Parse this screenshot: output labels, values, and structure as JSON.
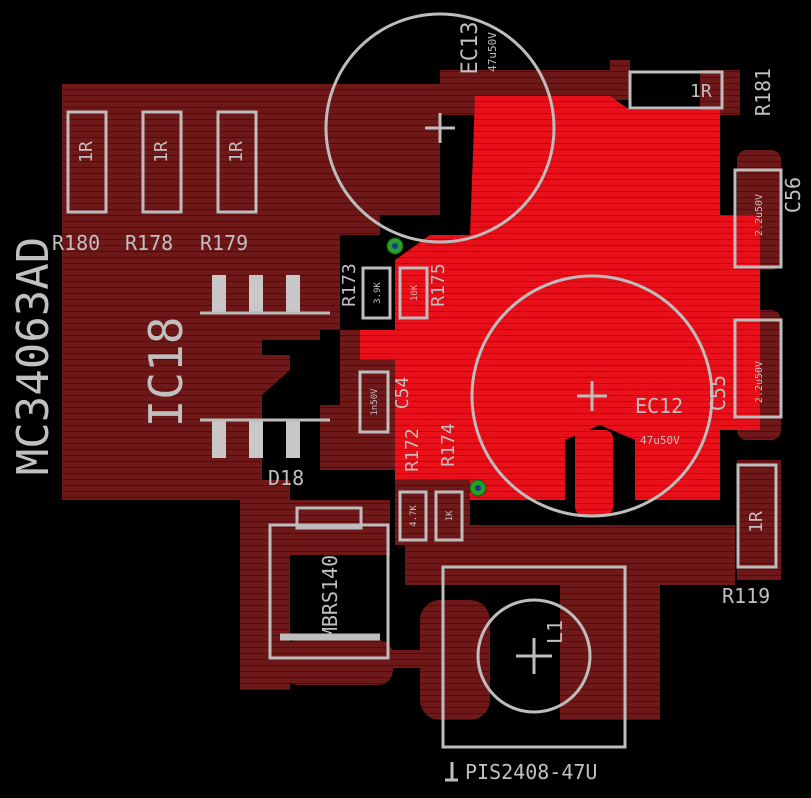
{
  "board": {
    "background": "#000000",
    "copper_pour_color": "#6e1919",
    "copper_top_color": "#e8101a",
    "silkscreen_color": "#c0c0c0",
    "via_color": "#2a9d2a"
  },
  "components": {
    "ic": {
      "ref": "IC18",
      "value": "MC34063AD"
    },
    "r180": {
      "ref": "R180",
      "value": "1R"
    },
    "r178": {
      "ref": "R178",
      "value": "1R"
    },
    "r179": {
      "ref": "R179",
      "value": "1R"
    },
    "ec13": {
      "ref": "EC13",
      "value": "47u50V"
    },
    "ec12": {
      "ref": "EC12",
      "value": "47u50V"
    },
    "r181": {
      "ref": "R181",
      "value": "1R"
    },
    "c56": {
      "ref": "C56",
      "value": "2.2u50V"
    },
    "c55": {
      "ref": "C55",
      "value": "2.2u50V"
    },
    "r173": {
      "ref": "R173",
      "value": "3.9K"
    },
    "r175": {
      "ref": "R175",
      "value": "10K"
    },
    "c54": {
      "ref": "C54",
      "value": "1n50V"
    },
    "r172": {
      "ref": "R172",
      "value": "4.7K"
    },
    "r174": {
      "ref": "R174",
      "value": "1K"
    },
    "d18": {
      "ref": "D18",
      "value": "MBRS140"
    },
    "r119": {
      "ref": "R119",
      "value": "1R"
    },
    "l1": {
      "ref": "L1",
      "value": "PIS2408-47U"
    }
  }
}
